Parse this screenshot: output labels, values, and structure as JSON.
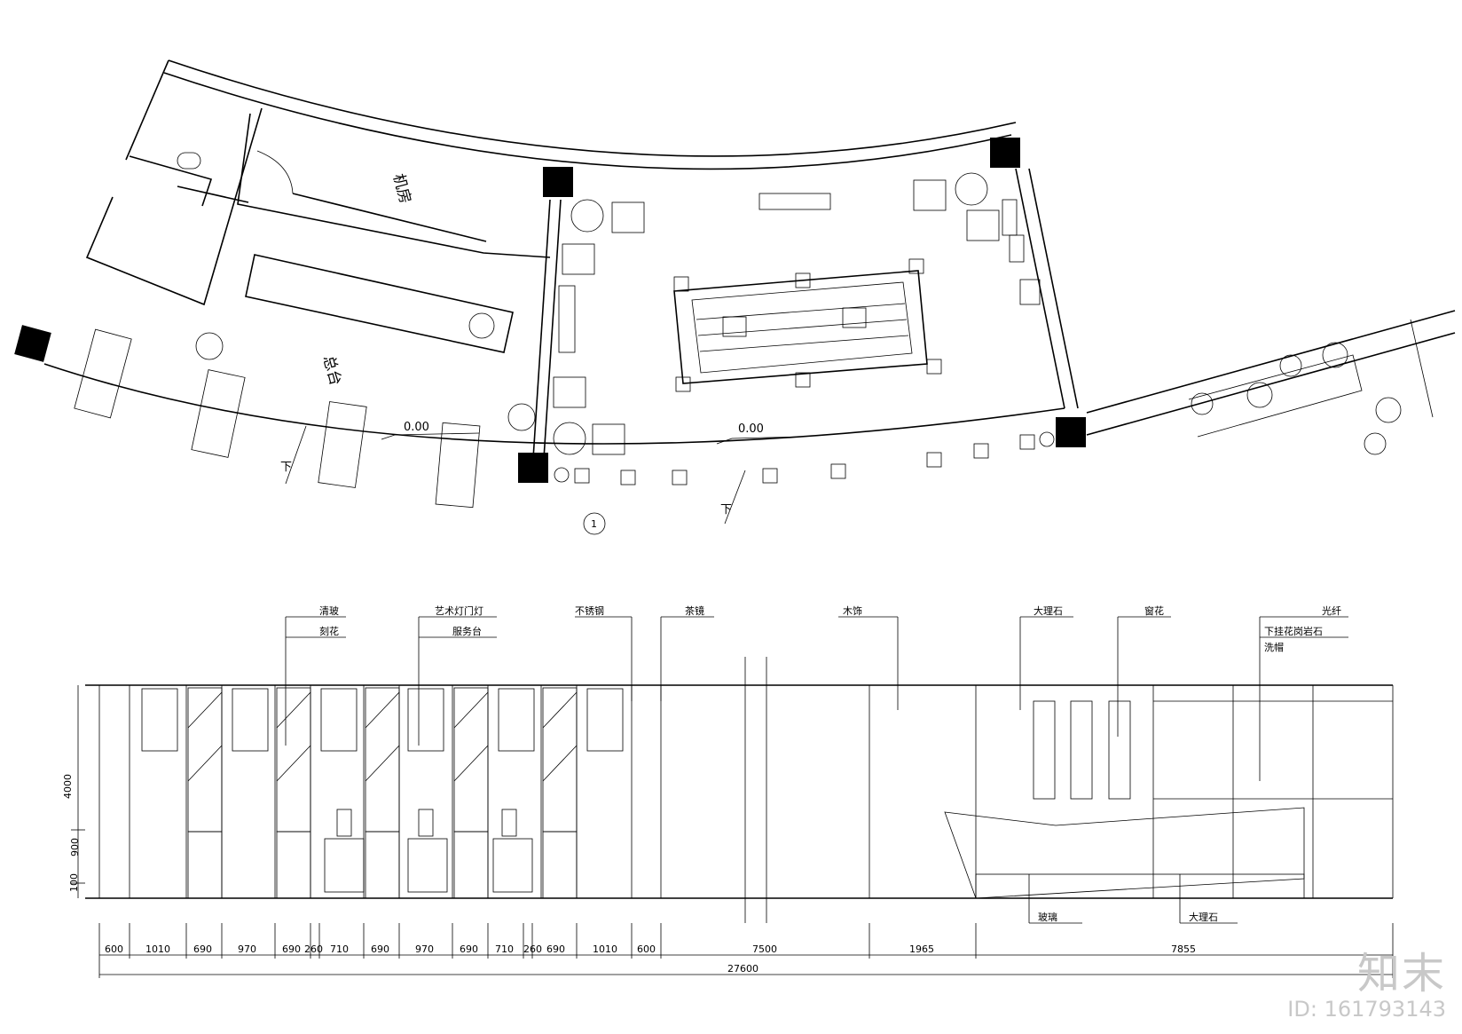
{
  "plan": {
    "rooms": {
      "machine_room": "机房",
      "front_desk": "总台"
    },
    "levels": [
      "0.00",
      "0.00"
    ],
    "stairs_down": "下",
    "section_mark": "1"
  },
  "elevation": {
    "callouts_top": [
      "清玻",
      "刻花",
      "艺术灯门灯",
      "服务台",
      "不锈钢",
      "茶镜",
      "木饰",
      "大理石",
      "窗花",
      "光纤",
      "下挂花岗岩石",
      "洗帽"
    ],
    "callouts_bottom": [
      "玻璃",
      "大理石"
    ],
    "heights": [
      "4000",
      "900",
      "100"
    ],
    "dims": [
      "600",
      "1010",
      "690",
      "970",
      "690",
      "260",
      "710",
      "690",
      "970",
      "690",
      "710",
      "260",
      "690",
      "1010",
      "600",
      "7500",
      "1965",
      "7855"
    ],
    "total": "27600"
  },
  "watermark": {
    "logo": "知末",
    "id": "ID: 161793143"
  }
}
